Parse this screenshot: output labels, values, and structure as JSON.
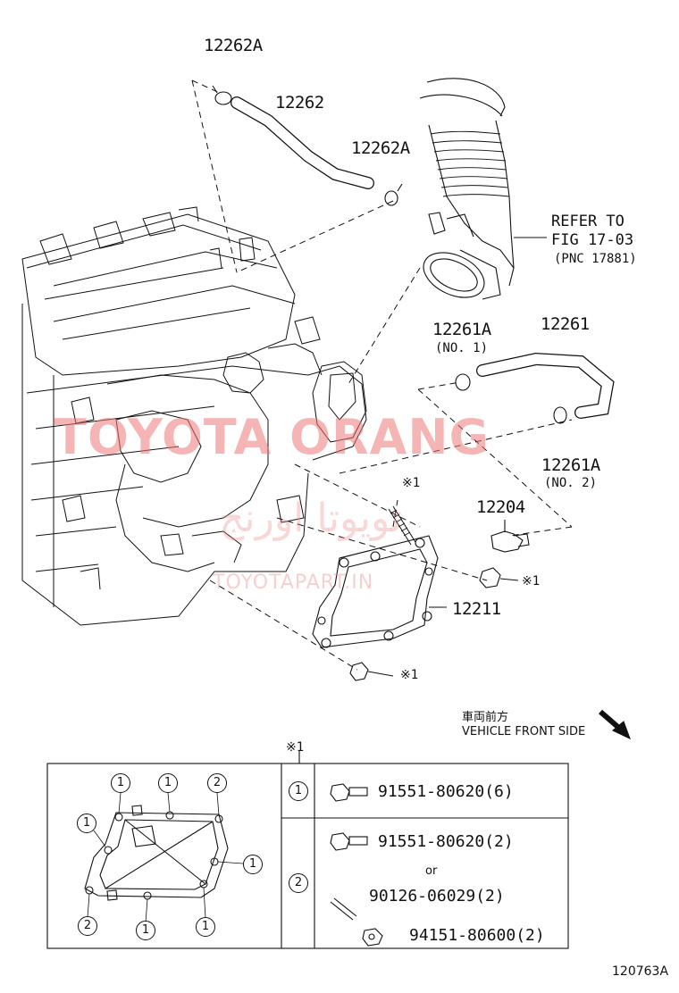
{
  "labels": {
    "p12262a_top": "12262A",
    "p12262": "12262",
    "p12262a_mid": "12262A",
    "refer_line1": "REFER TO",
    "refer_line2": "FIG 17-03",
    "refer_line3": "(PNC 17881)",
    "p12261a_1": "12261A",
    "p12261a_1_sub": "(NO. 1)",
    "p12261": "12261",
    "p12261a_2": "12261A",
    "p12261a_2_sub": "(NO. 2)",
    "p12204": "12204",
    "p12211": "12211",
    "note_mark_stud": "※1",
    "note_mark_nut": "※1",
    "note_mark_bolt": "※1",
    "direction_jp": "車両前方",
    "direction_en": "VEHICLE FRONT SIDE",
    "table_header_mark": "※1",
    "figure_id": "120763A"
  },
  "watermark": {
    "line1": "TOYOTA ORANG",
    "line2": "تويوتا اورنج",
    "line3": "TOYOTAPART.IN"
  },
  "table": {
    "rows": [
      {
        "key": "1",
        "items": [
          {
            "part": "91551-80620(6)"
          }
        ]
      },
      {
        "key": "2",
        "items": [
          {
            "part": "91551-80620(2)"
          },
          {
            "part": "90126-06029(2)"
          },
          {
            "part": "94151-80600(2)"
          }
        ],
        "or": "or"
      }
    ]
  },
  "bracket_callouts": [
    "1",
    "1",
    "2",
    "1",
    "1",
    "2",
    "1",
    "1"
  ],
  "colors": {
    "line": "#111111",
    "watermark": "#e87878"
  }
}
